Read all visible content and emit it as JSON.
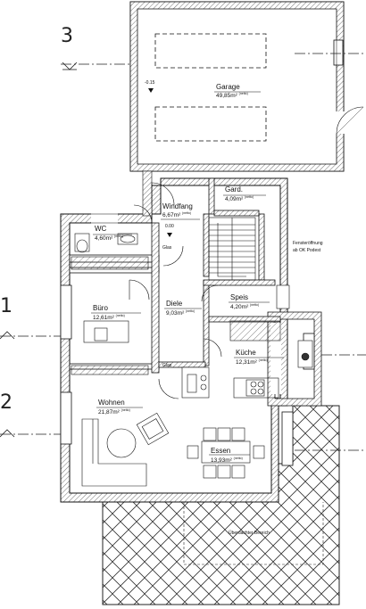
{
  "section_markers": [
    "3",
    "1",
    "2"
  ],
  "rooms": {
    "garage": {
      "name": "Garage",
      "area": "49,85m²",
      "unit": "(netto)"
    },
    "gard": {
      "name": "Gard.",
      "area": "4,09m²",
      "unit": "(netto)"
    },
    "windfang": {
      "name": "Windfang",
      "area": "6,67m²",
      "unit": "(netto)"
    },
    "wc": {
      "name": "WC",
      "area": "4,60m²",
      "unit": "(netto)"
    },
    "buero": {
      "name": "Büro",
      "area": "12,61m²",
      "unit": "(netto)"
    },
    "diele": {
      "name": "Diele",
      "area": "9,03m²",
      "unit": "(netto)"
    },
    "speis": {
      "name": "Speis",
      "area": "4,20m²",
      "unit": "(netto)"
    },
    "kueche": {
      "name": "Küche",
      "area": "12,31m²",
      "unit": "(netto)"
    },
    "wohnen": {
      "name": "Wohnen",
      "area": "21,87m²",
      "unit": "(netto)"
    },
    "essen": {
      "name": "Essen",
      "area": "13,93m²",
      "unit": "(netto)"
    }
  },
  "levels": {
    "garage": "-0.15",
    "entry": "0.00"
  },
  "notes": {
    "window_opening_line1": "Fensteröffnung",
    "window_opening_line2": "ab OK Podest",
    "covered_area": "Überdachter Bereich",
    "glas_1": "Glas",
    "glas_2": "Glas"
  }
}
